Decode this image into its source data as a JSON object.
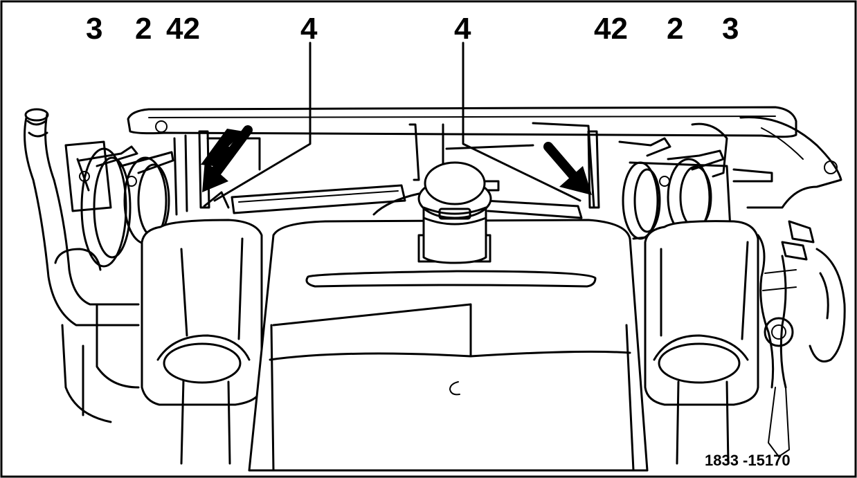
{
  "callouts": [
    {
      "id": "left-3",
      "text": "3"
    },
    {
      "id": "left-2",
      "text": "2"
    },
    {
      "id": "left-42",
      "text": "42"
    },
    {
      "id": "left-4",
      "text": "4"
    },
    {
      "id": "right-4",
      "text": "4"
    },
    {
      "id": "right-42",
      "text": "42"
    },
    {
      "id": "right-2",
      "text": "2"
    },
    {
      "id": "right-3",
      "text": "3"
    }
  ],
  "figure_ref": "1833 -15170",
  "colors": {
    "line": "#000000",
    "background": "#ffffff"
  }
}
